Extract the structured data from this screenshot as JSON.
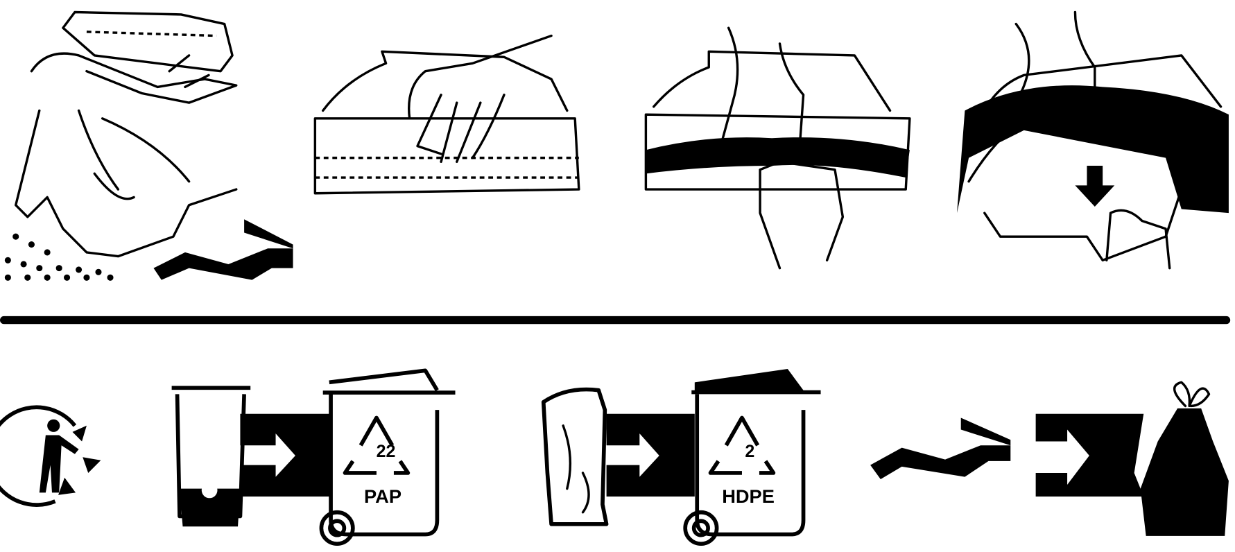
{
  "instructions": {
    "steps": [
      {
        "name": "empty-contents"
      },
      {
        "name": "tear-along-dotted-line"
      },
      {
        "name": "pull-apart-layers"
      },
      {
        "name": "separate-inner-liner"
      }
    ]
  },
  "sorting": {
    "paper_bin": {
      "code": "22",
      "material": "PAP"
    },
    "plastic_bin": {
      "code": "2",
      "material": "HDPE"
    }
  },
  "colors": {
    "ink": "#000000",
    "background": "#ffffff"
  }
}
